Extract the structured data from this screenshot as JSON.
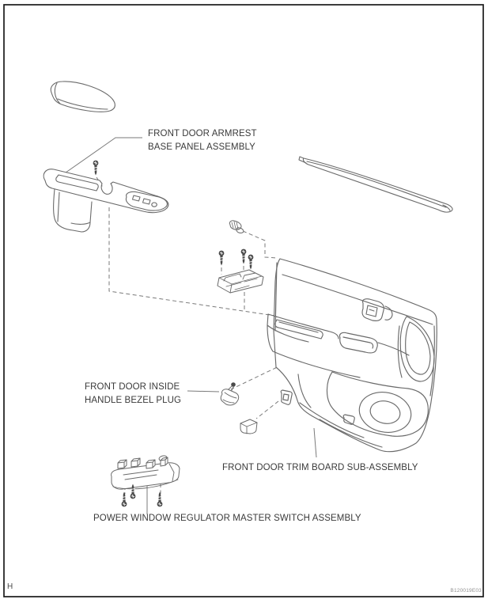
{
  "page": {
    "background": "#ffffff",
    "border_color": "#1a1a1a",
    "line_color": "#6a6a6a",
    "guide_line_color": "#7a7a7a",
    "text_color": "#3a3a3a",
    "labels": {
      "armrest_base_panel": {
        "line1": "FRONT DOOR ARMREST",
        "line2": "BASE PANEL ASSEMBLY"
      },
      "inside_handle_bezel_plug": {
        "line1": "FRONT DOOR INSIDE",
        "line2": "HANDLE BEZEL PLUG"
      },
      "trim_board": {
        "text": "FRONT DOOR TRIM BOARD SUB-ASSEMBLY"
      },
      "master_switch": {
        "text": "POWER WINDOW REGULATOR MASTER SWITCH ASSEMBLY"
      }
    },
    "footer": {
      "page_marker": "H",
      "figure_code": "B120019E03"
    }
  }
}
